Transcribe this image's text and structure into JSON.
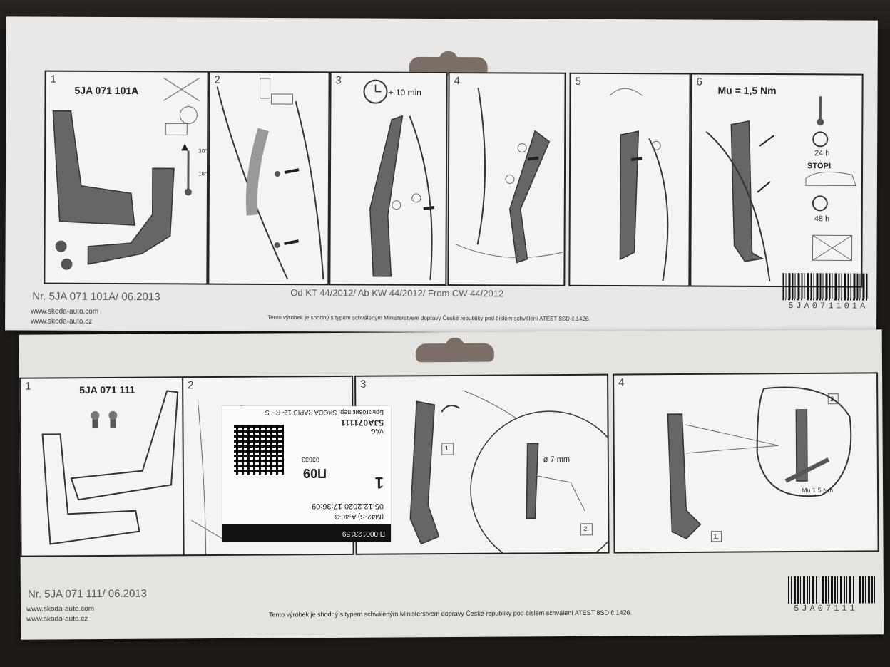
{
  "top_card": {
    "part_number": "5JA 071 101A",
    "footer_nr": "Nr. 5JA 071 101A/ 06.2013",
    "validity": "Od KT 44/2012/ Ab KW 44/2012/ From CW 44/2012",
    "web1": "www.skoda-auto.com",
    "web2": "www.skoda-auto.cz",
    "approval": "Tento výrobek je shodný s typem schváleným Ministerstvem dopravy České republiky pod číslem schválení ATEST 8SD č.1426.",
    "barcode_text": "5JA071101A",
    "steps": [
      {
        "num": "1"
      },
      {
        "num": "2"
      },
      {
        "num": "3",
        "time": "+ 10 min"
      },
      {
        "num": "4"
      },
      {
        "num": "5"
      },
      {
        "num": "6",
        "torque": "Mu = 1,5 Nm",
        "t24": "24 h",
        "stop": "STOP!",
        "t48": "48 h"
      }
    ],
    "temp_hi": "30°C",
    "temp_lo": "18°C"
  },
  "bottom_card": {
    "part_number": "5JA 071 111",
    "footer_nr": "Nr. 5JA 071 111/ 06.2013",
    "web1": "www.skoda-auto.com",
    "web2": "www.skoda-auto.cz",
    "approval": "Tento výrobek je shodný s typem schváleným Ministerstvem dopravy České republiky pod číslem schválení ATEST 8SD č.1426.",
    "barcode_text": "5JA07111",
    "steps": [
      {
        "num": "1"
      },
      {
        "num": "2"
      },
      {
        "num": "3",
        "dia": "ø 7 mm",
        "label1": "1.",
        "label2": "2."
      },
      {
        "num": "4",
        "torque": "Mu 1,5 Nm",
        "label1": "1.",
        "label2": "2."
      }
    ]
  },
  "sticker": {
    "line1": "Брызговик пер. SKODA RAPID 12- RH S",
    "line2": "5JA071111",
    "line3": "VAG",
    "code": "П09",
    "small": "03633",
    "qty": "1",
    "date": "05.12.2020 17:36:09",
    "loc": "(M42-S) A-40-3",
    "serial": "П 000123159"
  }
}
